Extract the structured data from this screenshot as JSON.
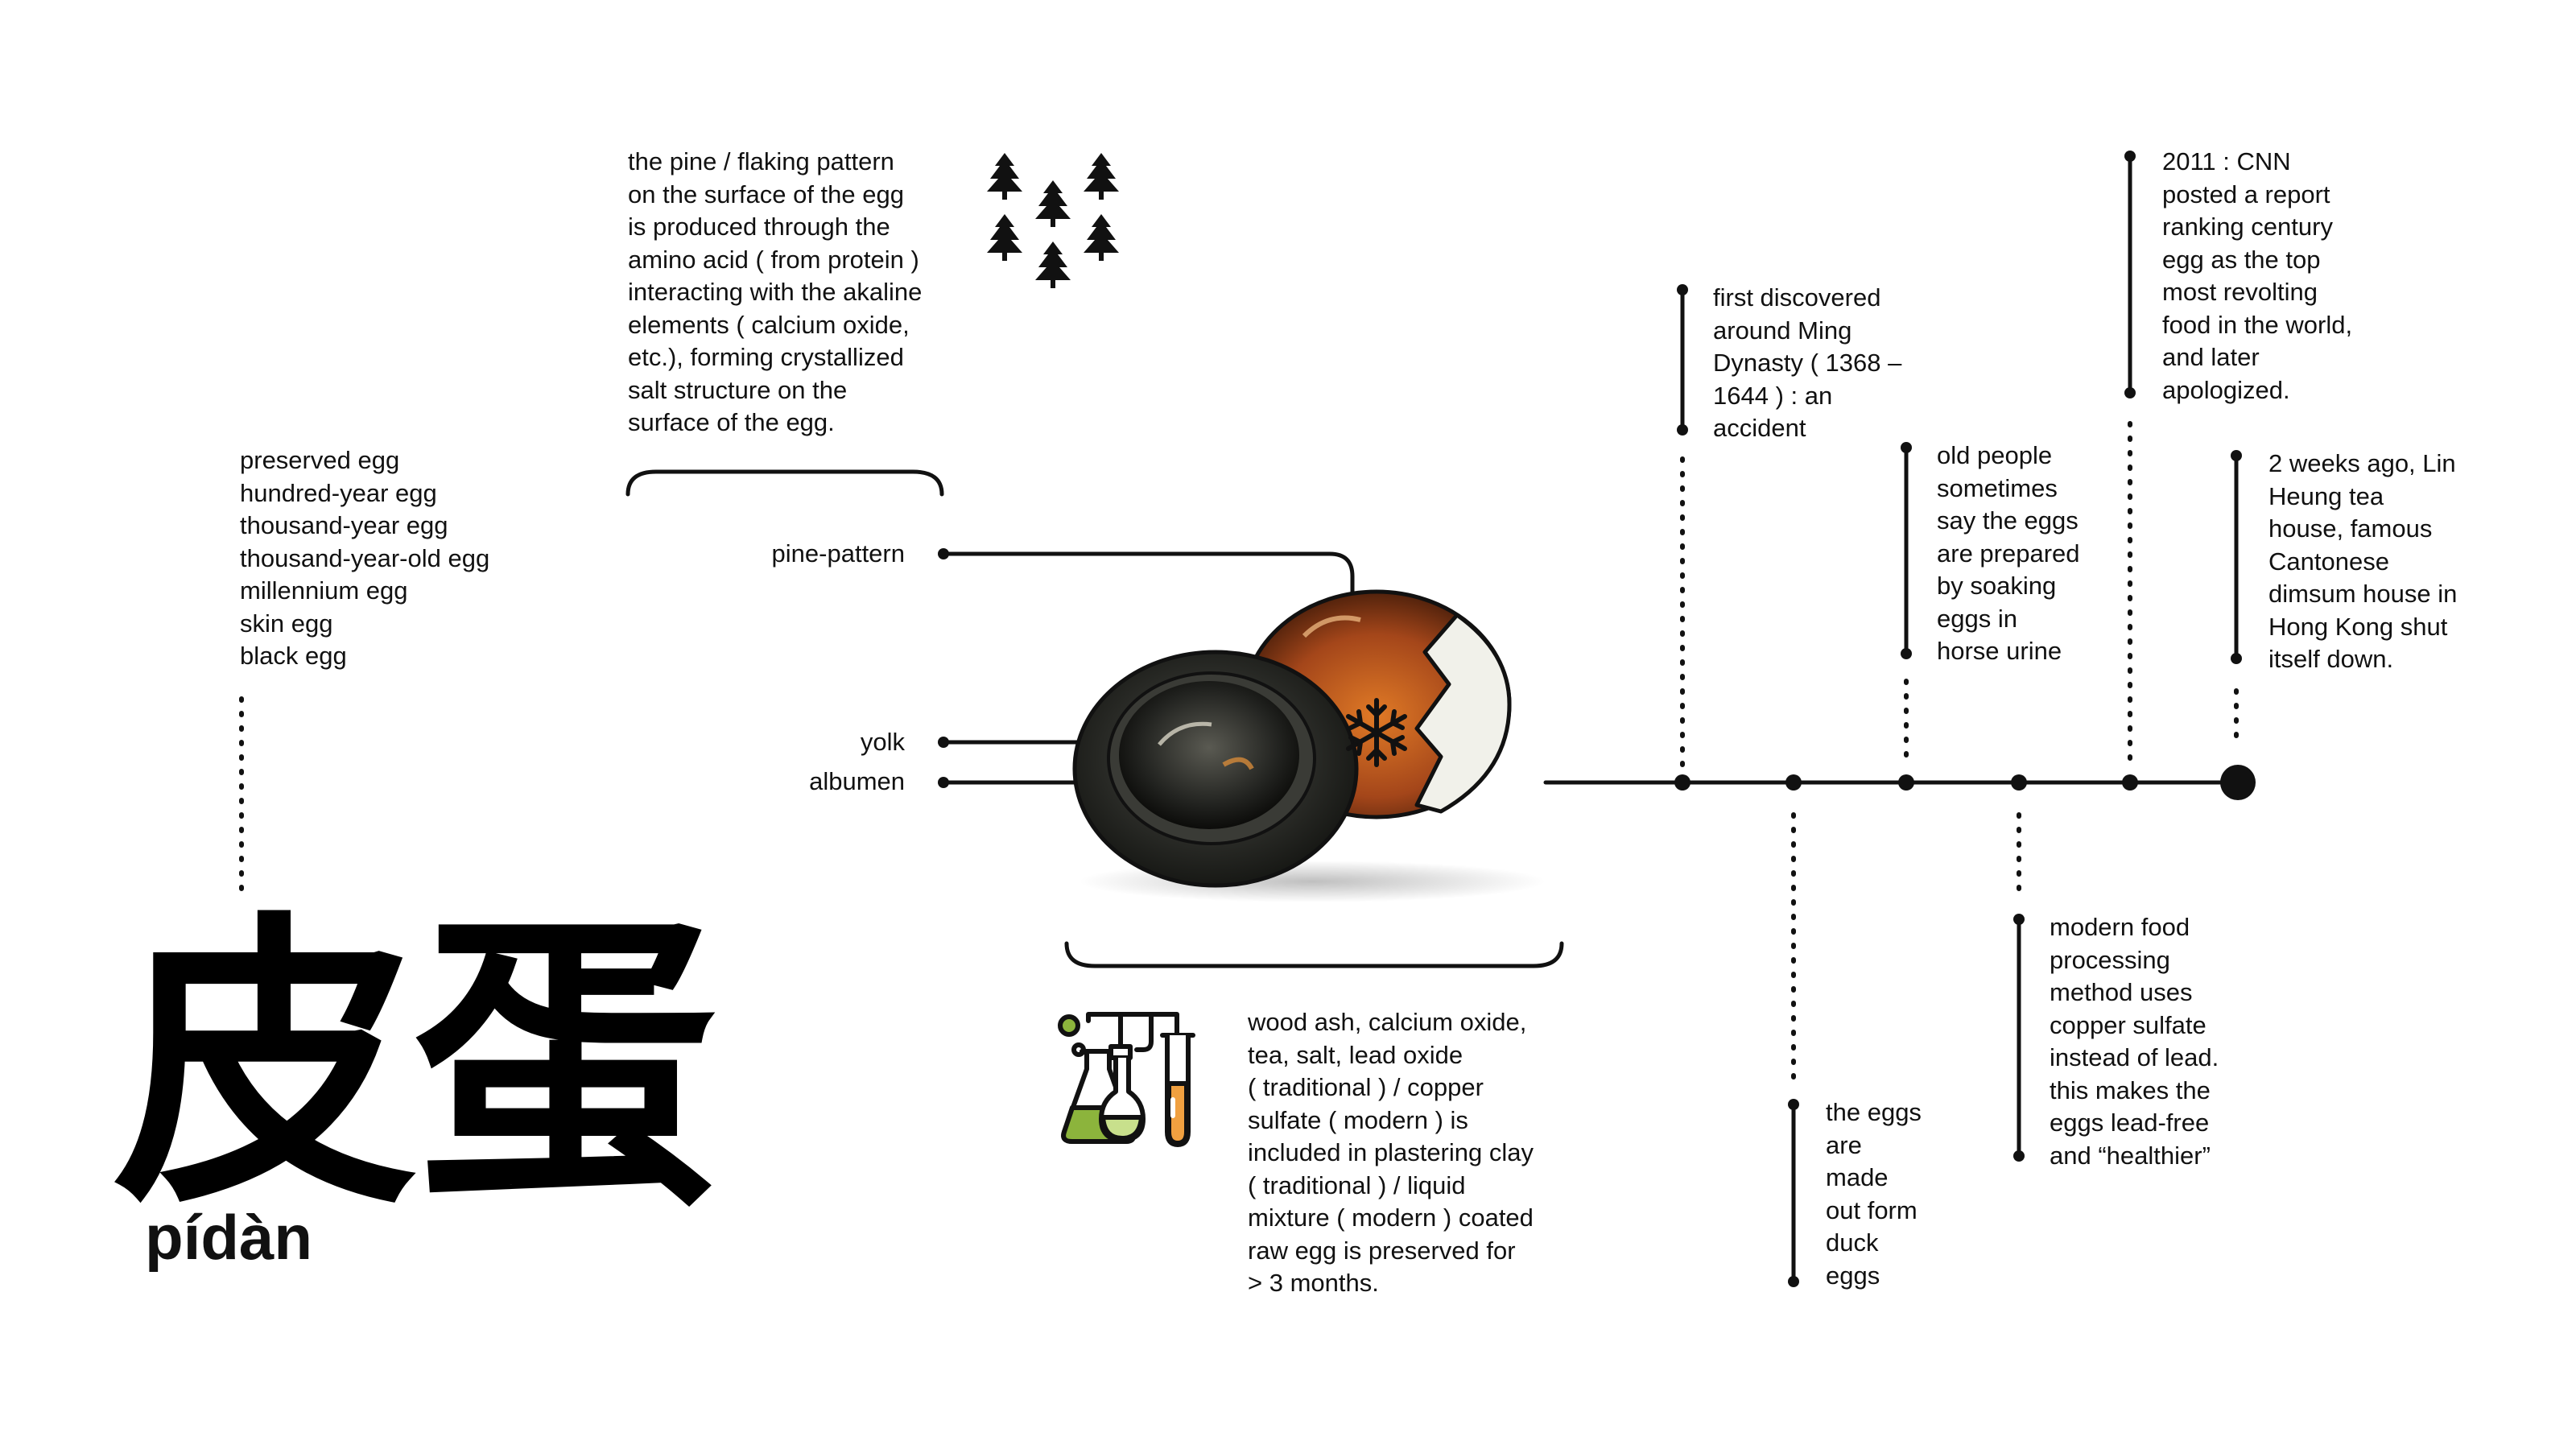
{
  "title": "皮蛋",
  "pinyin": "pídàn",
  "names": "preserved egg\nhundred-year egg\nthousand-year egg\nthousand-year-old egg\nmillennium egg\nskin egg\nblack egg",
  "pine_pattern_note": "the pine / flaking pattern\non the surface of the egg\nis produced through the\namino acid ( from protein )\ninteracting with the akaline\nelements ( calcium oxide,\netc.), forming crystallized\nsalt structure on the\nsurface of the egg.",
  "egg_labels": {
    "pine_pattern": "pine-pattern",
    "yolk": "yolk",
    "albumen": "albumen"
  },
  "ingredients_note": "wood ash, calcium oxide,\ntea, salt, lead oxide\n( traditional ) / copper\nsulfate ( modern ) is\nincluded in plastering clay\n( traditional ) / liquid\nmixture ( modern ) coated\nraw egg is preserved for\n> 3 months.",
  "timeline": {
    "discovered": "first discovered\naround Ming\nDynasty ( 1368 –\n1644 ) : an\naccident",
    "duck": "the eggs\nare\nmade\nout form\nduck\neggs",
    "urine": "old people\nsometimes\nsay the eggs\nare prepared\nby soaking\neggs in\nhorse urine",
    "copper": "modern food\nprocessing\nmethod uses\ncopper sulfate\ninstead of lead.\nthis makes the\neggs lead-free\nand “healthier”",
    "cnn": "2011 : CNN\nposted a report\nranking century\negg as the top\nmost revolting\nfood in the world,\nand later\napologized.",
    "lin_heung": "2 weeks ago, Lin\nHeung tea\nhouse, famous\nCantonese\ndimsum house in\nHong Kong shut\nitself down."
  },
  "icons": [
    "tree-icon",
    "snowflake-icon",
    "chemistry-lab-icon",
    "century-egg-illustration"
  ],
  "colors": {
    "ink": "#111111",
    "yolk_dark": "#2e2f2a",
    "albumen_amber": "#b5581a",
    "shell": "#f0f0ea",
    "flask_green": "#8cb43c",
    "tube_orange": "#f0a040"
  }
}
